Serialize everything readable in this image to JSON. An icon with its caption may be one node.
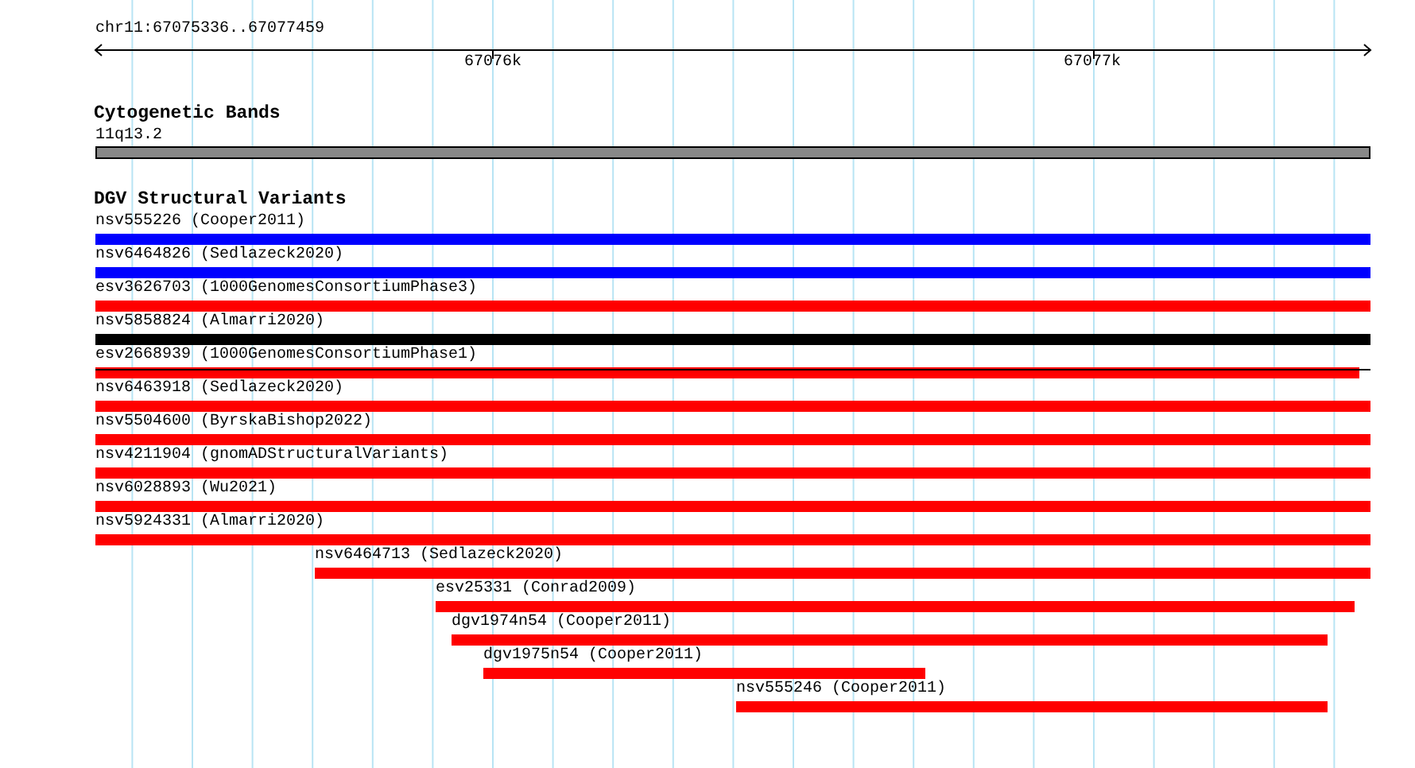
{
  "diagram": {
    "nodes": [
      {
        "text": [
          "11q13.2"
        ]
      },
      {
        "text": [
          "nsv555226 (Cooper2011)"
        ]
      },
      {
        "text": [
          "nsv6464826 (Sedlazeck2020)"
        ]
      },
      {
        "text": [
          "esv3626703 (1000GenomesConsortiumPhase3)"
        ]
      },
      {
        "text": [
          "nsv5858824 (Almarri2020)"
        ]
      },
      {
        "text": [
          "esv2668939 (1000GenomesConsortiumPhase1)"
        ]
      },
      {
        "text": [
          "nsv6463918 (Sedlazeck2020)"
        ]
      },
      {
        "text": [
          "nsv5504600 (ByrskaBishop2022)"
        ]
      },
      {
        "text": [
          "nsv4211904 (gnomADStructuralVariants)"
        ]
      },
      {
        "text": [
          "nsv6028893 (Wu2021)"
        ]
      },
      {
        "text": [
          "nsv5924331 (Almarri2020)"
        ]
      },
      {
        "text": [
          "nsv6464713 (Sedlazeck2020)"
        ]
      },
      {
        "text": [
          "esv25331 (Conrad2009)"
        ]
      },
      {
        "text": [
          "dgv1974n54 (Cooper2011)"
        ]
      },
      {
        "text": [
          "dgv1975n54 (Cooper2011)"
        ]
      },
      {
        "text": [
          "nsv555246 (Cooper2011)"
        ]
      }
    ],
    "labels": [
      "chr11:67075336..67077459",
      "67076k",
      "67077k",
      "Cytogenetic Bands",
      "DGV Structural Variants"
    ]
  }
}
